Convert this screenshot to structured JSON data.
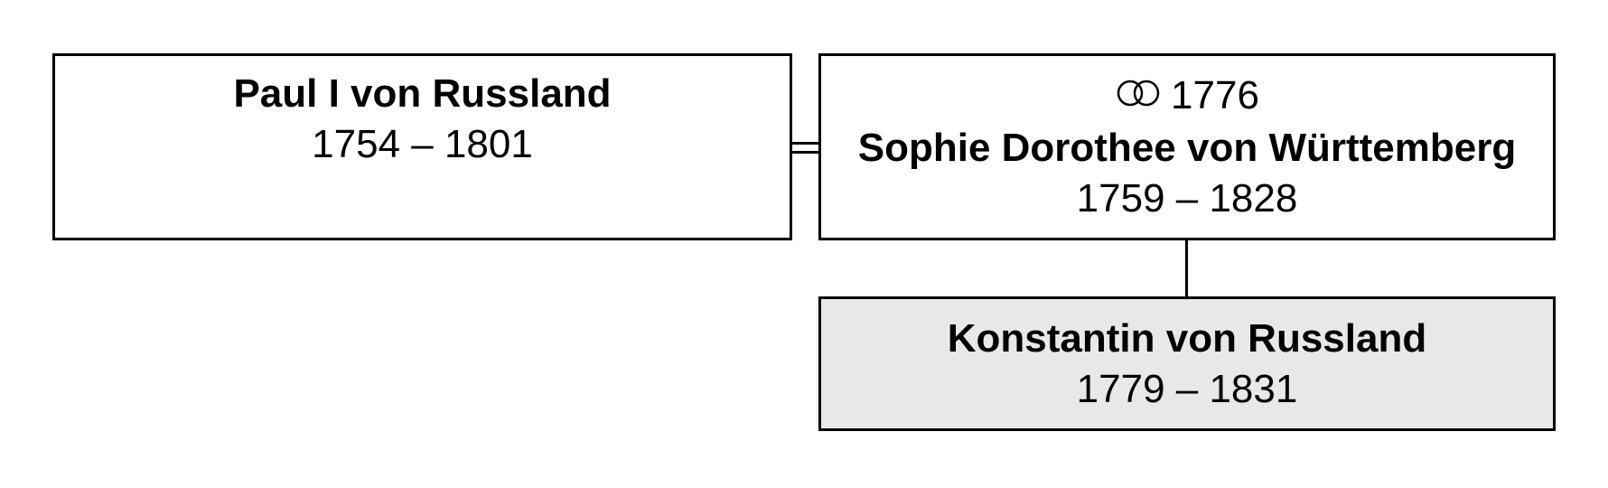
{
  "persons": {
    "father": {
      "name": "Paul I von Russland",
      "dates": "1754 – 1801"
    },
    "mother": {
      "marriage_year": "1776",
      "marriage_icon": "wedding-rings-icon",
      "name": "Sophie Dorothee von Württemberg",
      "dates": "1759 – 1828"
    },
    "child": {
      "name": "Konstantin von Russland",
      "dates": "1779 – 1831"
    }
  },
  "colors": {
    "border": "#000000",
    "box_background": "#ffffff",
    "highlight_background": "#e8e8e8"
  }
}
